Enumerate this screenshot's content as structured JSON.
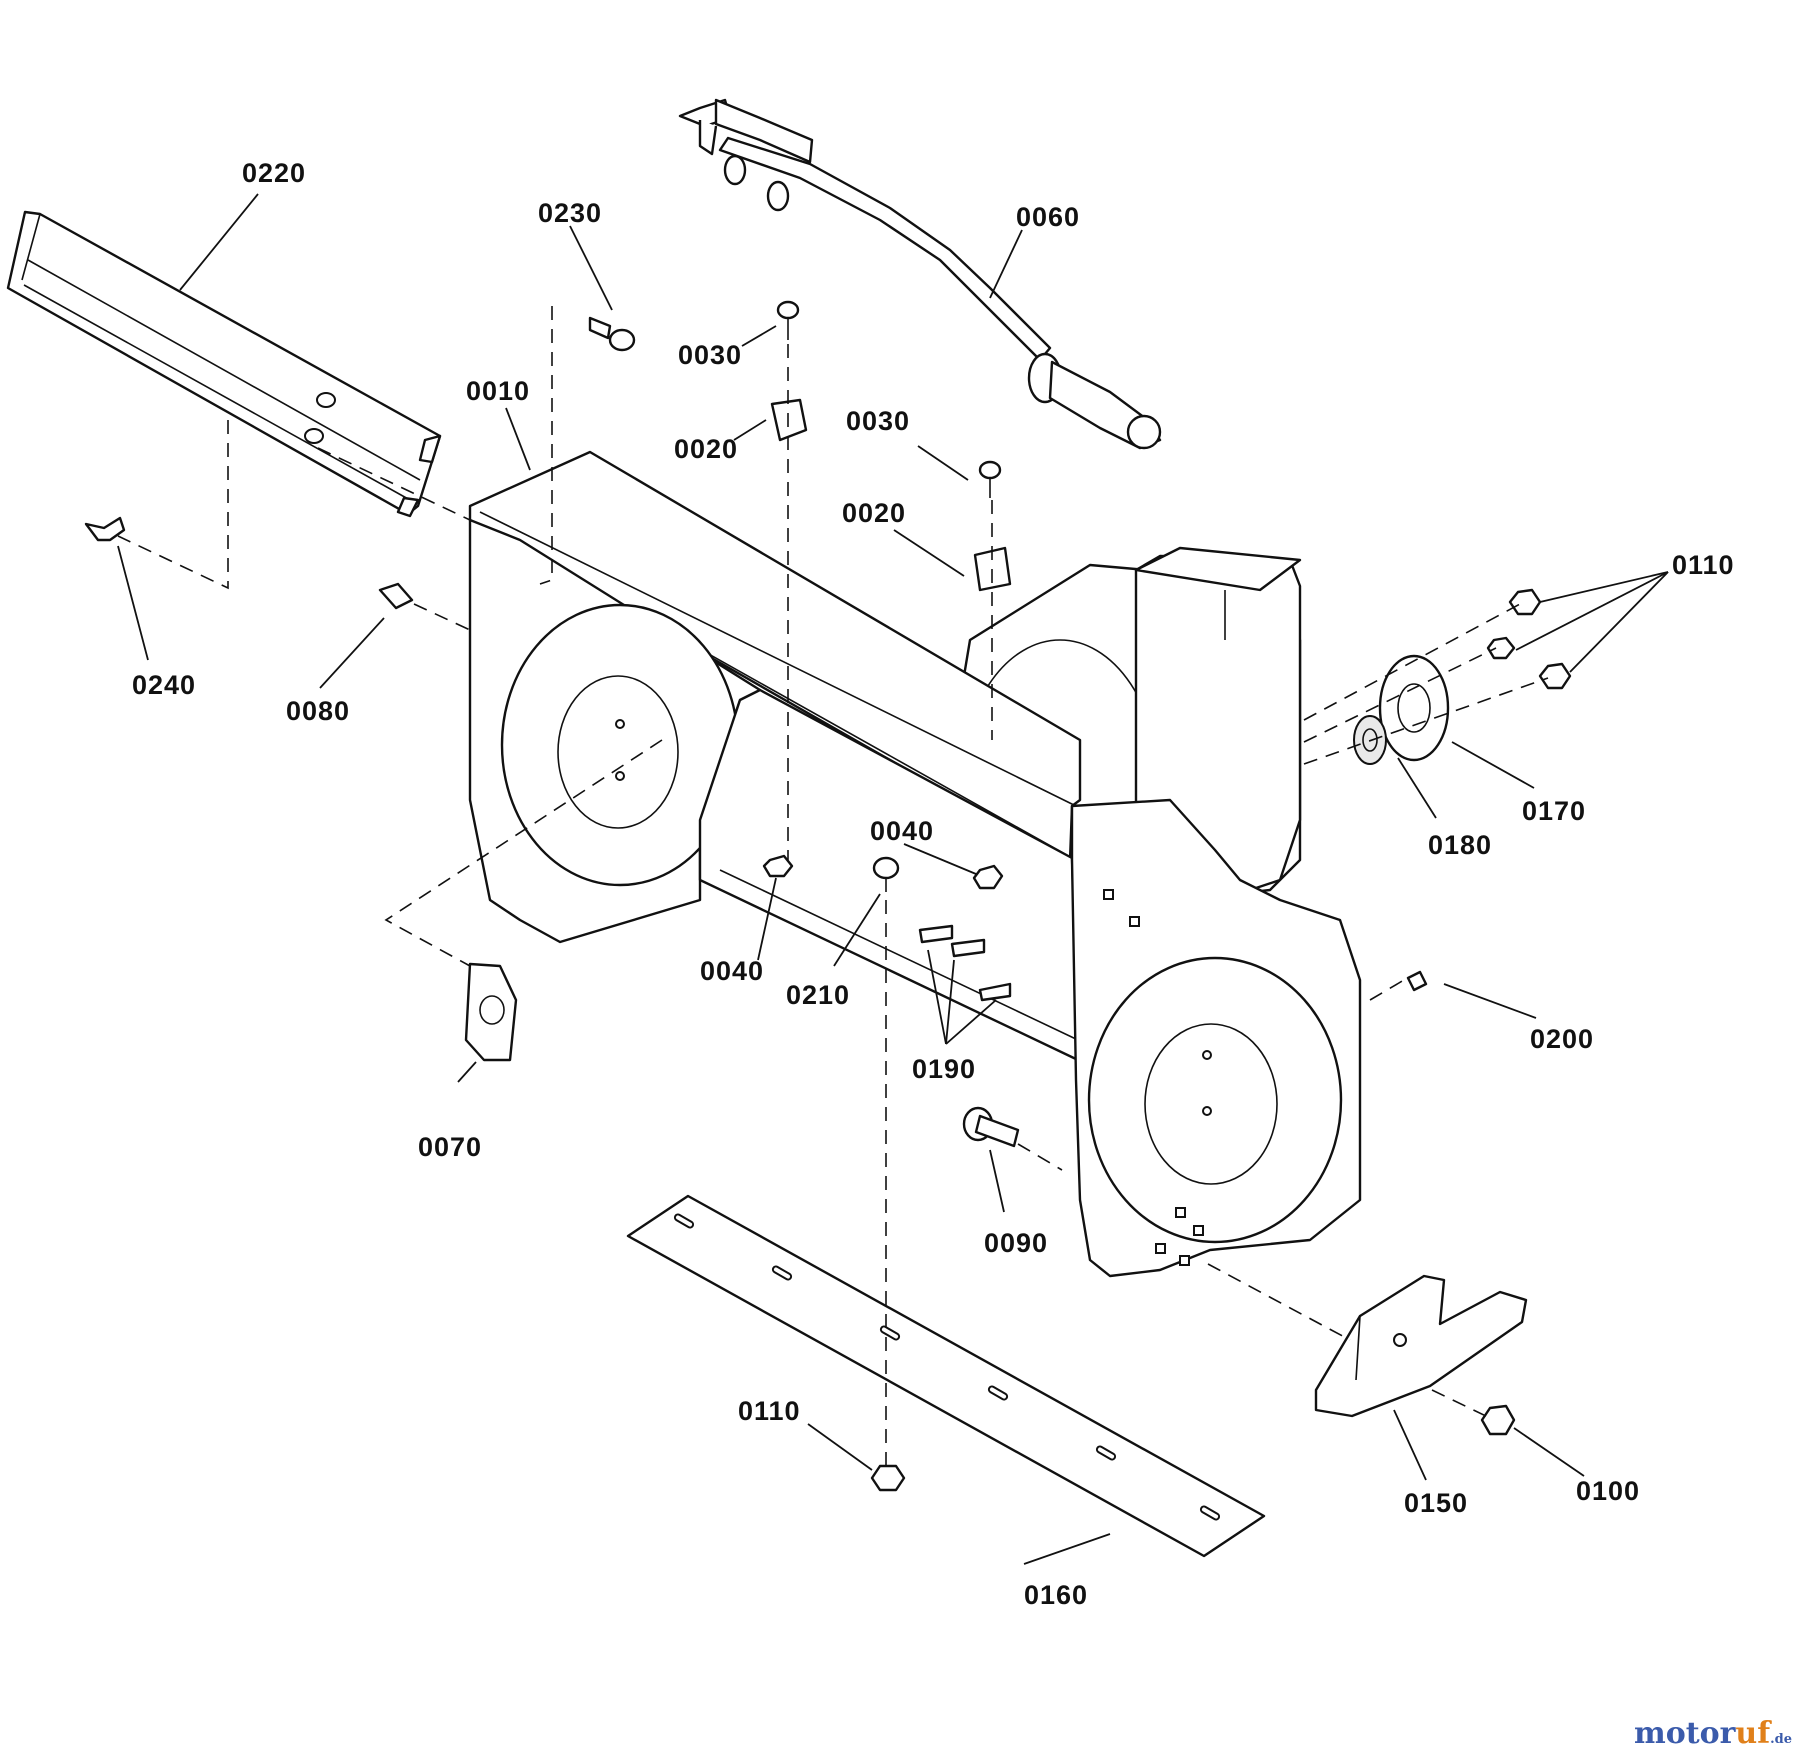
{
  "labels": {
    "p0220": "0220",
    "p0230": "0230",
    "p0060": "0060",
    "p0030a": "0030",
    "p0010": "0010",
    "p0020a": "0020",
    "p0030b": "0030",
    "p0020b": "0020",
    "p0110a": "0110",
    "p0240": "0240",
    "p0080": "0080",
    "p0170": "0170",
    "p0180": "0180",
    "p0040a": "0040",
    "p0040b": "0040",
    "p0210": "0210",
    "p0200": "0200",
    "p0190": "0190",
    "p0070": "0070",
    "p0090": "0090",
    "p0110b": "0110",
    "p0100": "0100",
    "p0150": "0150",
    "p0160": "0160"
  },
  "watermark": {
    "brand_a": "motor",
    "brand_b": "uf",
    "suffix": ".de"
  }
}
